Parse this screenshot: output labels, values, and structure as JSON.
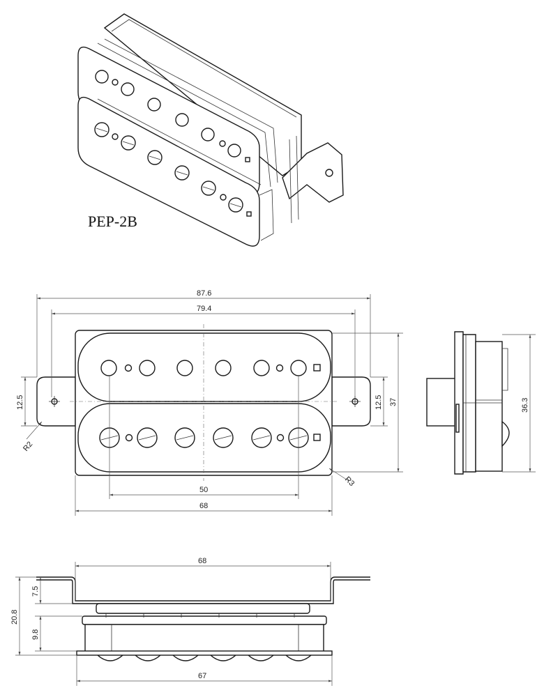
{
  "title": "PEP-2B",
  "dimensions": {
    "top_view": {
      "overall_length": "87.6",
      "mount_hole_spacing": "79.4",
      "base_width": "68",
      "pole_spacing": "50",
      "ear_width_left": "12.5",
      "ear_width_right": "12.5",
      "body_height": "37",
      "ear_radius": "R2",
      "corner_radius": "R3"
    },
    "side_view": {
      "height": "36.3"
    },
    "bottom_view": {
      "baseplate_length": "68",
      "bracket_height": "7.5",
      "overall_height": "20.8",
      "coil_height": "9.8",
      "cover_length": "67"
    }
  }
}
